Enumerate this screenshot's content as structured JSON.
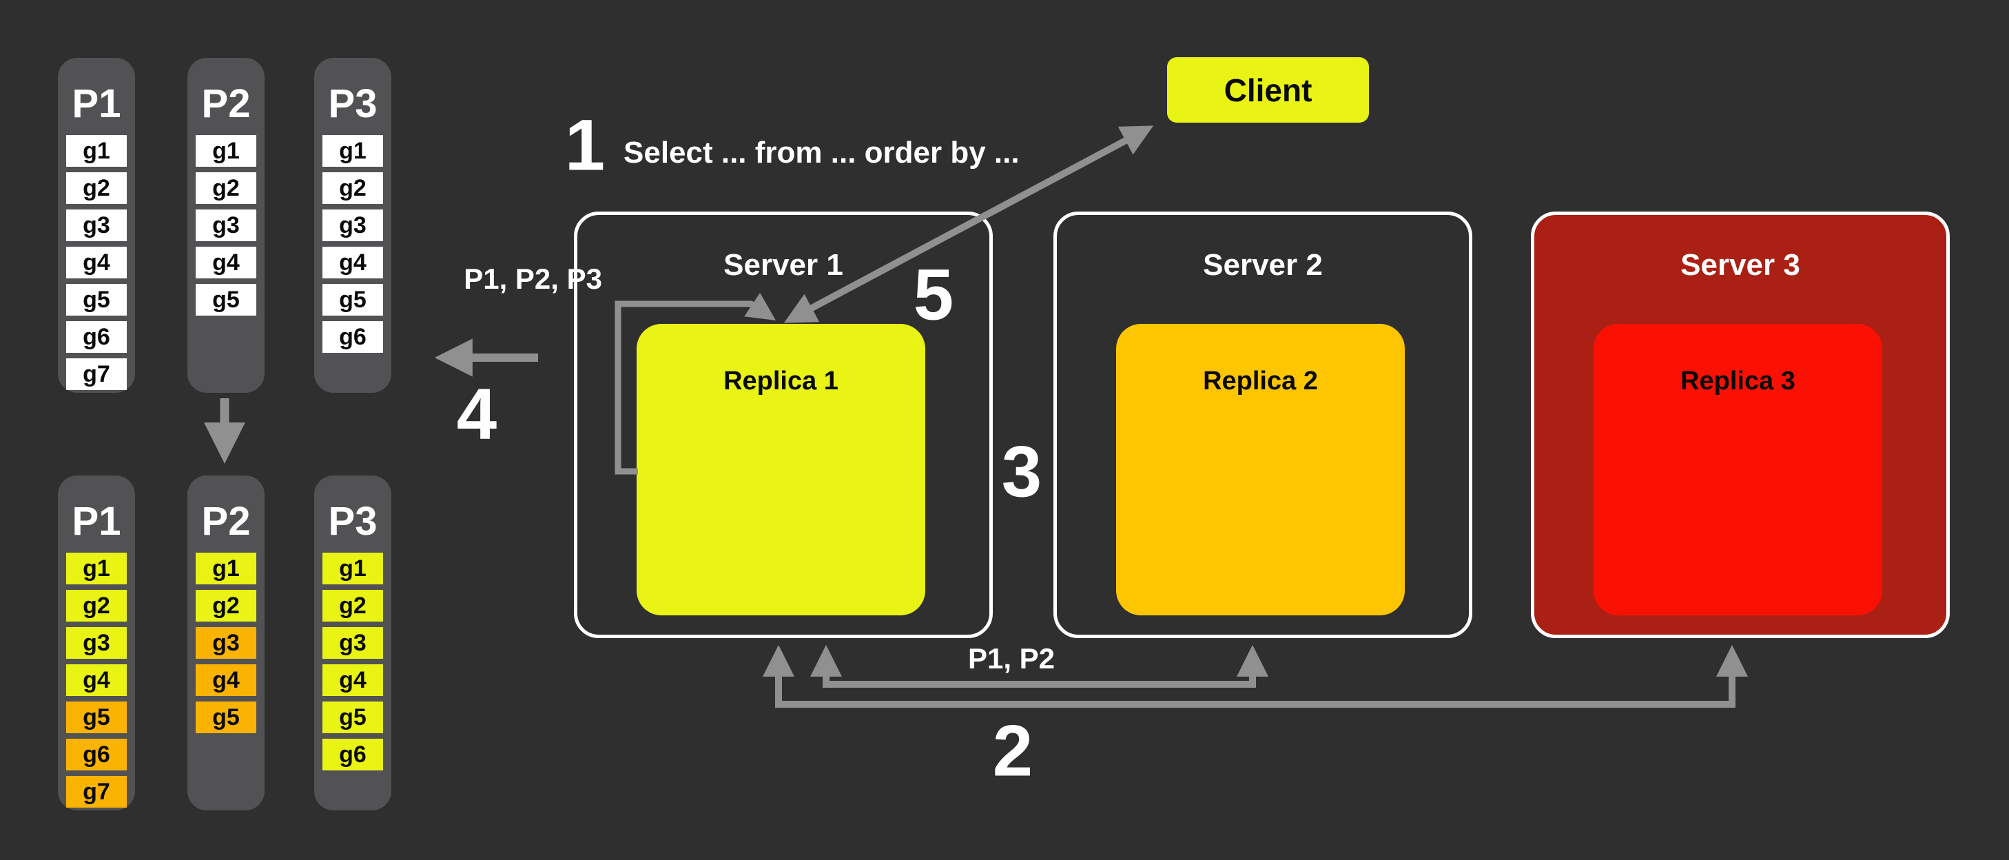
{
  "colors": {
    "bg": "#2F2F2F",
    "column": "#525254",
    "cellwhite": "#FFFFFF",
    "yellow": "#E9F414",
    "orange": "#FBB301",
    "amber": "#FEC601",
    "red": "#FB1103",
    "darkred": "#AA2014",
    "arrow": "#909090",
    "textlight": "#FFFFFF",
    "textdark": "#0A0A0A"
  },
  "client": {
    "label": "Client"
  },
  "servers": [
    {
      "title": "Server 1",
      "replica_label": "Replica 1"
    },
    {
      "title": "Server 2",
      "replica_label": "Replica 2"
    },
    {
      "title": "Server 3",
      "replica_label": "Replica 3"
    }
  ],
  "partitions_top": [
    {
      "label": "P1",
      "cells": [
        "g1",
        "g2",
        "g3",
        "g4",
        "g5",
        "g6",
        "g7"
      ]
    },
    {
      "label": "P2",
      "cells": [
        "g1",
        "g2",
        "g3",
        "g4",
        "g5"
      ]
    },
    {
      "label": "P3",
      "cells": [
        "g1",
        "g2",
        "g3",
        "g4",
        "g5",
        "g6"
      ]
    }
  ],
  "partitions_bottom": [
    {
      "label": "P1",
      "cells": [
        {
          "label": "g1",
          "tone": "yellow"
        },
        {
          "label": "g2",
          "tone": "yellow"
        },
        {
          "label": "g3",
          "tone": "yellow"
        },
        {
          "label": "g4",
          "tone": "yellow"
        },
        {
          "label": "g5",
          "tone": "orange"
        },
        {
          "label": "g6",
          "tone": "orange"
        },
        {
          "label": "g7",
          "tone": "orange"
        }
      ]
    },
    {
      "label": "P2",
      "cells": [
        {
          "label": "g1",
          "tone": "yellow"
        },
        {
          "label": "g2",
          "tone": "yellow"
        },
        {
          "label": "g3",
          "tone": "orange"
        },
        {
          "label": "g4",
          "tone": "orange"
        },
        {
          "label": "g5",
          "tone": "orange"
        }
      ]
    },
    {
      "label": "P3",
      "cells": [
        {
          "label": "g1",
          "tone": "yellow"
        },
        {
          "label": "g2",
          "tone": "yellow"
        },
        {
          "label": "g3",
          "tone": "yellow"
        },
        {
          "label": "g4",
          "tone": "yellow"
        },
        {
          "label": "g5",
          "tone": "yellow"
        },
        {
          "label": "g6",
          "tone": "yellow"
        }
      ]
    }
  ],
  "steps": {
    "s1": {
      "number": "1",
      "text": "Select ... from ... order by ..."
    },
    "s2": {
      "number": "2"
    },
    "s3": {
      "number": "3"
    },
    "s4": {
      "number": "4"
    },
    "s5": {
      "number": "5"
    }
  },
  "labels": {
    "scatter_partitions": "P1, P2, P3",
    "fetch_partitions": "P1, P2"
  }
}
